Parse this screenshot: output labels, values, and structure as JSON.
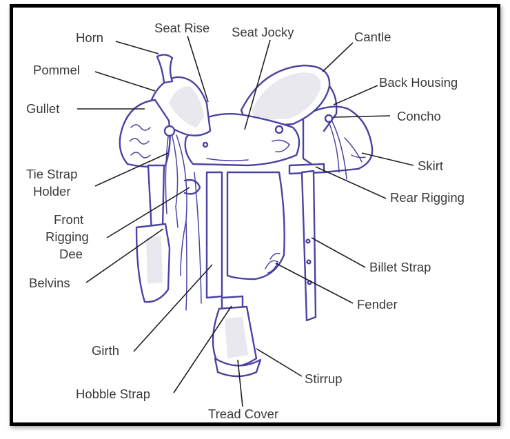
{
  "diagram": {
    "labels": {
      "horn": "Horn",
      "seat_rise": "Seat Rise",
      "seat_jocky": "Seat Jocky",
      "cantle": "Cantle",
      "pommel": "Pommel",
      "back_housing": "Back Housing",
      "gullet": "Gullet",
      "concho": "Concho",
      "tie_strap_holder_1": "Tie Strap",
      "tie_strap_holder_2": "Holder",
      "skirt": "Skirt",
      "rear_rigging": "Rear Rigging",
      "front_rigging_dee_1": "Front",
      "front_rigging_dee_2": "Rigging",
      "front_rigging_dee_3": "Dee",
      "belvins": "Belvins",
      "billet_strap": "Billet Strap",
      "fender": "Fender",
      "girth": "Girth",
      "stirrup": "Stirrup",
      "hobble_strap": "Hobble Strap",
      "tread_cover": "Tread Cover"
    },
    "colors": {
      "ink": "#4a43a3",
      "leader": "#1f1f1f",
      "text": "#3a3a3a",
      "frame": "#000000"
    }
  }
}
